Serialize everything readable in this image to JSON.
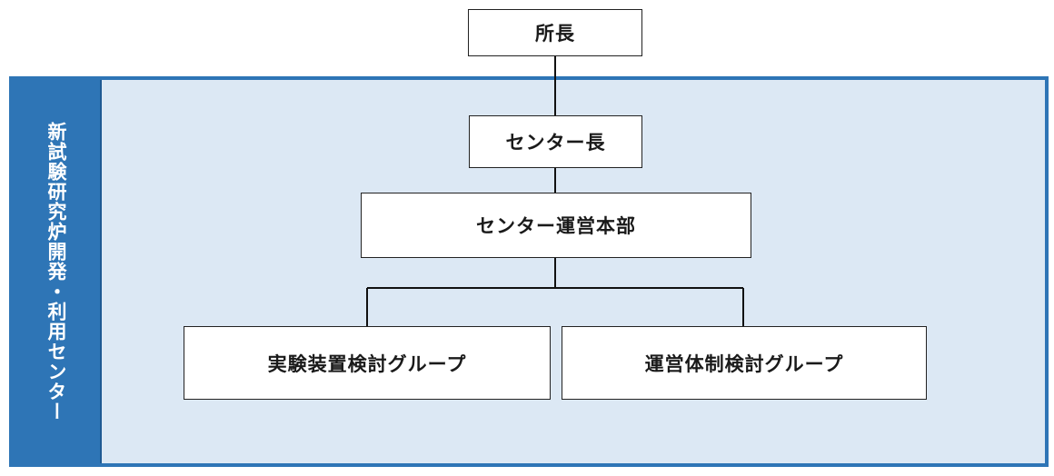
{
  "org_chart": {
    "director": "所長",
    "center": {
      "name": "新試験研究炉開発・利用センター",
      "head": "センター長",
      "headquarters": "センター運営本部",
      "groups": [
        "実験装置検討グループ",
        "運営体制検討グループ"
      ]
    }
  },
  "colors": {
    "frame_border": "#2e75b6",
    "frame_fill": "#dce8f4",
    "band_fill": "#2e75b6",
    "box_fill": "#ffffff",
    "line": "#111111"
  }
}
